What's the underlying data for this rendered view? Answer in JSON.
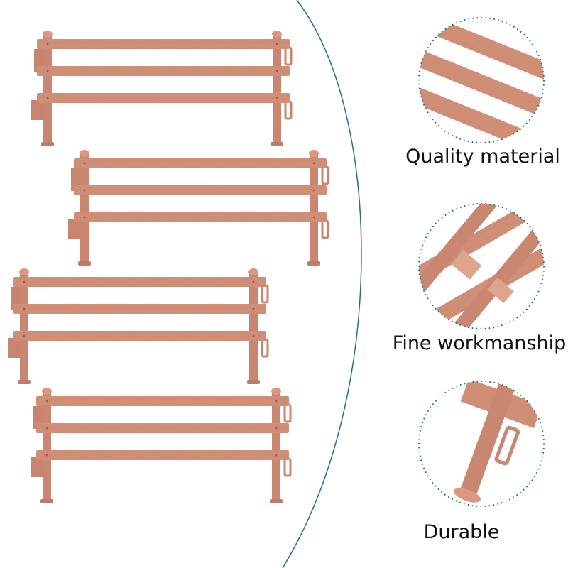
{
  "colors": {
    "fence_fill": "#d08e76",
    "fence_dark": "#b97a62",
    "fence_light": "#e0a48c",
    "divider_arc": "#1f6f86",
    "circle_dots": "#1d6a6a",
    "background": "#ffffff"
  },
  "fences": {
    "count": 4,
    "rails_per_fence": 3
  },
  "features": [
    {
      "label": "Quality material",
      "icon": "fence-rails-closeup"
    },
    {
      "label": "Fine workmanship",
      "icon": "fence-joint-closeup"
    },
    {
      "label": "Durable",
      "icon": "fence-post-closeup"
    }
  ]
}
